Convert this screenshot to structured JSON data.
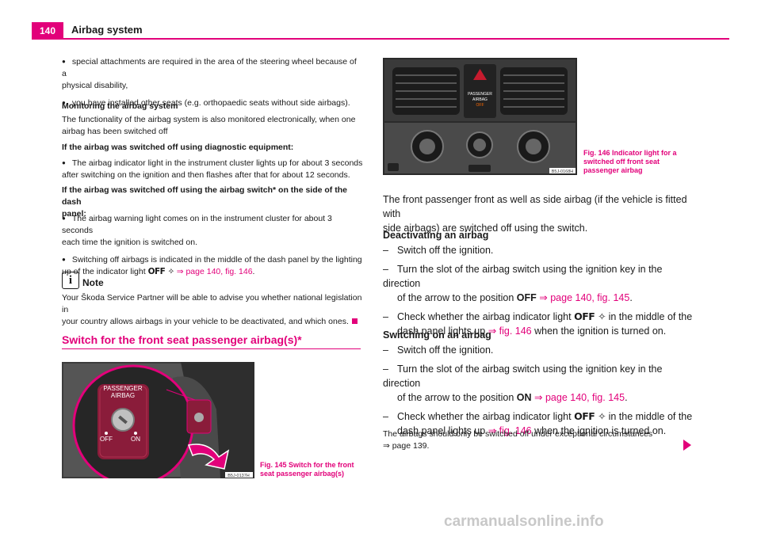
{
  "header": {
    "page_number": "140",
    "title": "Airbag system"
  },
  "left": {
    "bullet1": "special attachments are required in the area of the steering wheel because of a",
    "bullet1b": "physical disability,",
    "bullet2": "you have installed other seats (e.g. orthopaedic seats without side airbags).",
    "monitoring_title": "Monitoring the airbag system",
    "monitoring_text1": "The functionality of the airbag system is also monitored electronically, when one",
    "monitoring_text2": "airbag has been switched off",
    "diag_title": "If the airbag was switched off using diagnostic equipment:",
    "diag_bullet1": "The airbag indicator light in the instrument cluster lights up for about 3 seconds",
    "diag_bullet1b": "after switching on the ignition and then flashes after that for about 12 seconds.",
    "switch_title1": "If the airbag was switched off using the airbag switch* on the side of the dash",
    "switch_title2": "panel:",
    "switch_bullet1": "The airbag warning light comes on in the instrument cluster for about 3 seconds",
    "switch_bullet1b": "each time the ignition is switched on.",
    "switch_bullet2": "Switching off airbags is indicated in the middle of the dash panel by the lighting",
    "switch_bullet2b_pre": "up of the indicator light",
    "switch_bullet2b_link": "⇒ page 140, fig. 146",
    "note_title": "Note",
    "note_text1": "Your Škoda Service Partner will be able to advise you whether national legislation in",
    "note_text2": "your country allows airbags in your vehicle to be deactivated, and which ones.",
    "section_title": "Switch for the front seat passenger airbag(s)*"
  },
  "indicator_light": {
    "off_text": "OFF",
    "icon": "passenger-airbag-icon"
  },
  "fig145": {
    "caption1": "Fig. 145   Switch for the front",
    "caption2": "seat passenger airbag(s)",
    "code": "B5J-0137H",
    "label_passenger": "PASSENGER",
    "label_airbag": "AIRBAG",
    "label_off": "OFF",
    "label_on": "ON"
  },
  "fig146": {
    "caption1": "Fig. 146   Indicator light for a",
    "caption2": "switched off front seat",
    "caption3": "passenger airbag",
    "code": "B5J-0168H",
    "panel_label1": "PASSENGER",
    "panel_label2": "AIRBAG",
    "panel_label3": "OFF"
  },
  "right": {
    "intro1": "The front passenger front as well as side airbag (if the vehicle is fitted with",
    "intro2": "side airbags) are switched off using the switch.",
    "deact_title": "Deactivating an airbag",
    "deact_step1": "Switch off the ignition.",
    "deact_step2a": "Turn the slot of the airbag switch using the ignition key in the direction",
    "deact_step2b_pre": "of the arrow to the position",
    "deact_step2b_bold": "OFF",
    "deact_step2b_link": "⇒ page 140, fig. 145",
    "deact_step3a_pre": "Check whether the airbag indicator light",
    "deact_step3a_post": "in the middle of the",
    "deact_step3b_pre": "dash panel lights up",
    "deact_step3b_link": "⇒ fig. 146",
    "deact_step3b_post": "when the ignition is turned on.",
    "act_title": "Switching on an airbag",
    "act_step1": "Switch off the ignition.",
    "act_step2a": "Turn the slot of the airbag switch using the ignition key in the direction",
    "act_step2b_pre": "of the arrow to the position",
    "act_step2b_bold": "ON",
    "act_step2b_link": "⇒ page 140, fig. 145",
    "act_step3a_pre": "Check whether the airbag indicator light",
    "act_step3a_post": "in the middle of the",
    "act_step3b_pre": "dash panel lights up",
    "act_step3b_link": "⇒ fig. 146",
    "act_step3b_post": "when the ignition is turned on.",
    "footer1": "The airbags should only be switched off under exceptional circumstances",
    "footer2": "⇒ page 139.",
    "dash": "–"
  },
  "watermark": "carmanualsonline.info",
  "colors": {
    "accent": "#e2007a"
  }
}
